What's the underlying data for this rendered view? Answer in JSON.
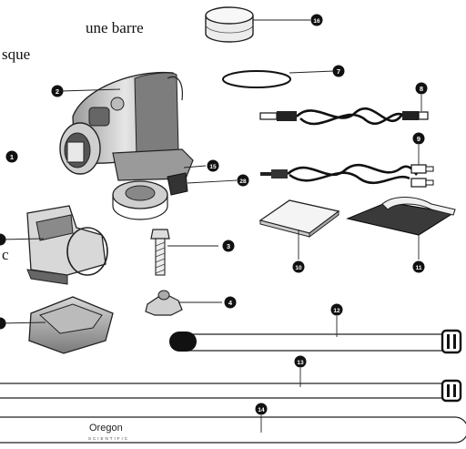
{
  "text_fragments": {
    "line1": "une barre",
    "line2": "sque",
    "line3": "c"
  },
  "callouts": [
    {
      "id": "1",
      "label": "1"
    },
    {
      "id": "2",
      "label": "2"
    },
    {
      "id": "3",
      "label": "3"
    },
    {
      "id": "4",
      "label": "4"
    },
    {
      "id": "7",
      "label": "7"
    },
    {
      "id": "8",
      "label": "8"
    },
    {
      "id": "9",
      "label": "9"
    },
    {
      "id": "10",
      "label": "10"
    },
    {
      "id": "11",
      "label": "11"
    },
    {
      "id": "12",
      "label": "12"
    },
    {
      "id": "13",
      "label": "13"
    },
    {
      "id": "14",
      "label": "14"
    },
    {
      "id": "15",
      "label": "15"
    },
    {
      "id": "16",
      "label": "16"
    },
    {
      "id": "28",
      "label": "28"
    }
  ],
  "brand": {
    "name": "Oregon",
    "sub": "SCIENTIFIC"
  }
}
